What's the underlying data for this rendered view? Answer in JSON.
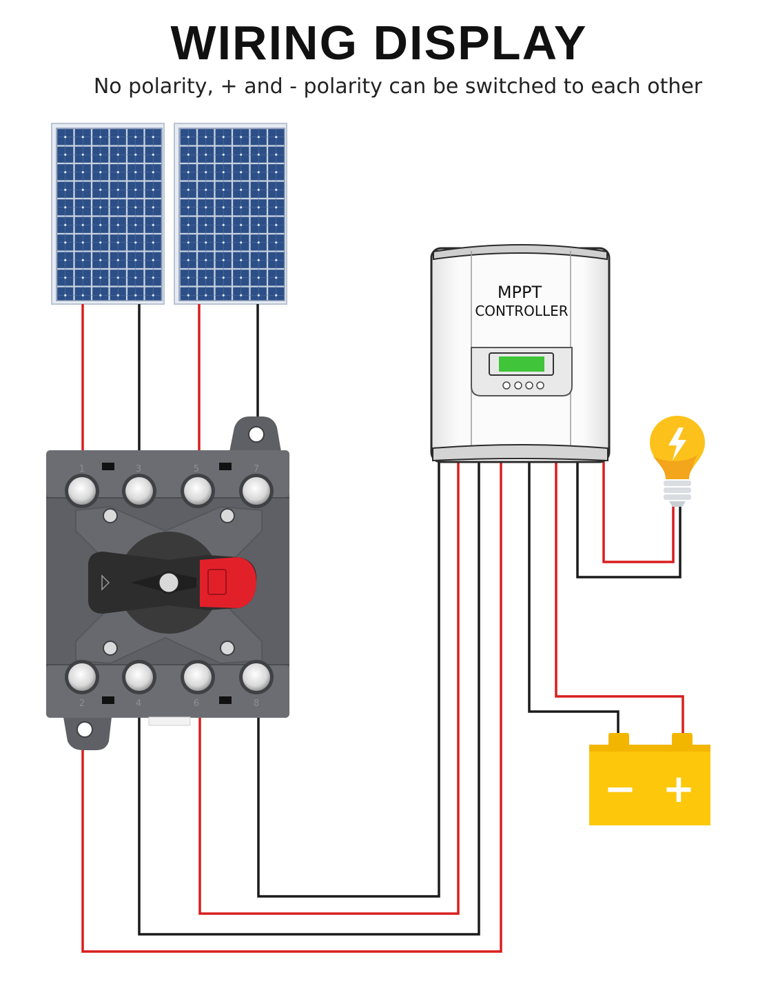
{
  "header": {
    "title": "WIRING DISPLAY",
    "subtitle": "No polarity, + and - polarity can be switched to each other"
  },
  "controller": {
    "line1": "MPPT",
    "line2": "CONTROLLER"
  },
  "switch": {
    "top_terminal_numbers": [
      "1",
      "3",
      "5",
      "7"
    ],
    "bottom_terminal_numbers": [
      "2",
      "4",
      "6",
      "8"
    ]
  },
  "battery": {
    "negative_symbol": "−",
    "positive_symbol": "+"
  },
  "colors": {
    "positive_wire": "#d81e1e",
    "negative_wire": "#1a1a1a",
    "panel_cell": "#2d4f87",
    "battery": "#fdc70c",
    "bulb": "#fcc21b",
    "switch_body": "#5e6065",
    "handle_red": "#e2202a",
    "lcd": "#3fc43a"
  },
  "icons": [
    "solar-panel-icon",
    "mppt-controller-icon",
    "battery-switch-icon",
    "light-bulb-icon",
    "battery-icon"
  ]
}
